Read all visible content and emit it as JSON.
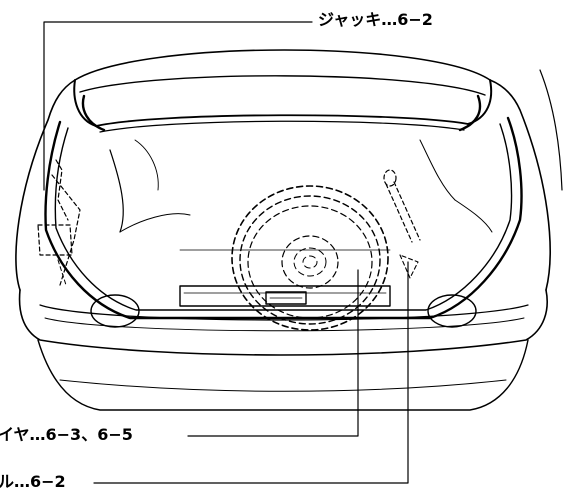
{
  "callouts": {
    "jack": "ジャッキ…6−2",
    "spare_tire": "イヤ…6−3、6−5",
    "tool": "ル…6−2"
  },
  "colors": {
    "line": "#000000",
    "background": "#ffffff"
  }
}
